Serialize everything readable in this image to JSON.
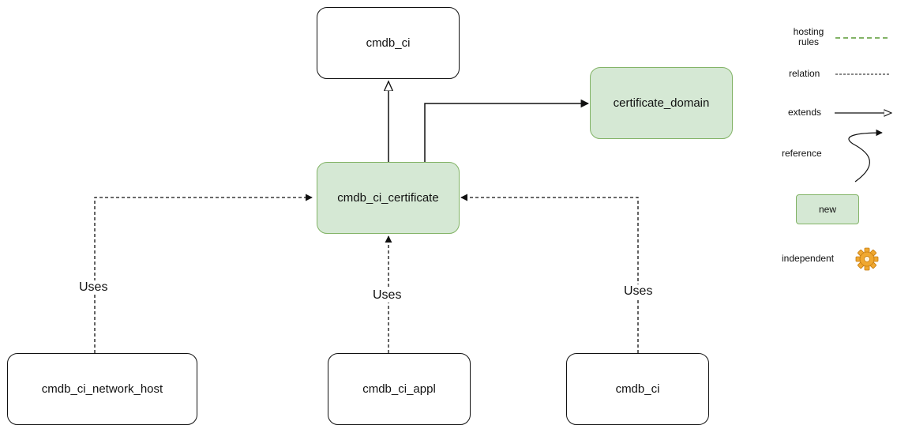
{
  "nodes": {
    "cmdb_ci_top": "cmdb_ci",
    "certificate_domain": "certificate_domain",
    "cmdb_ci_certificate": "cmdb_ci_certificate",
    "cmdb_ci_network_host": "cmdb_ci_network_host",
    "cmdb_ci_appl": "cmdb_ci_appl",
    "cmdb_ci_bottom": "cmdb_ci"
  },
  "edge_labels": {
    "uses_left": "Uses",
    "uses_middle": "Uses",
    "uses_right": "Uses"
  },
  "legend": {
    "hosting_rules_line1": "hosting",
    "hosting_rules_line2": "rules",
    "relation": "relation",
    "extends": "extends",
    "reference": "reference",
    "new": "new",
    "independent": "independent"
  },
  "colors": {
    "new_fill": "#d5e8d4",
    "new_stroke": "#82b366",
    "hosting_rules_line": "#82b366",
    "gear": "#f0a830"
  },
  "icons": {
    "independent": "gear-icon"
  }
}
